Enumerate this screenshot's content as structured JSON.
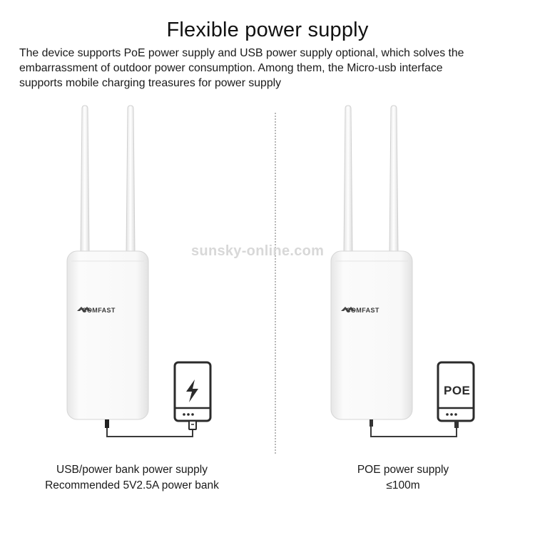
{
  "header": {
    "title": "Flexible power supply",
    "description_lines": [
      "The device supports PoE power supply and USB power supply optional, which solves the",
      "embarrassment of outdoor power consumption. Among them, the Micro-usb interface",
      "supports mobile charging treasures for power supply"
    ]
  },
  "watermark": "sunsky-online.com",
  "left_panel": {
    "brand": "COMFAST",
    "device_icon": "lightning-bolt-icon",
    "caption_line1": "USB/power bank power supply",
    "caption_line2": "Recommended 5V2.5A power bank"
  },
  "right_panel": {
    "brand": "COMFAST",
    "device_label": "POE",
    "caption_line1": "POE power supply",
    "caption_line2": "≤100m"
  },
  "colors": {
    "device_body": "#f6f6f6",
    "outline": "#2b2b2b",
    "watermark": "#d8d8d8",
    "divider": "#b8b8b8"
  }
}
